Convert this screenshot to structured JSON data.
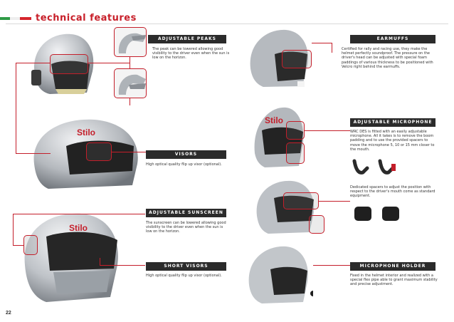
{
  "header": {
    "title": "technical features"
  },
  "page_number": "22",
  "sections": {
    "adjustable_peaks": {
      "label": "ADJUSTABLE PEAKS",
      "text": "The peak can be lowered allowing good visibility to the driver even when the sun is low on the horizon."
    },
    "visors": {
      "label": "VISORS",
      "text": "High optical quality flip up visor (optional)."
    },
    "adjustable_sunscreen": {
      "label": "ADJUSTABLE SUNSCREEN",
      "text": "The sunscreen can be lowered allowing good visibility to the driver even when the sun is low on the horizon."
    },
    "short_visors": {
      "label": "SHORT VISORS",
      "text": "High optical quality flip up visor (optional)."
    },
    "earmuffs": {
      "label": "EARMUFFS",
      "text": "Certified for rally and racing use, they make the helmet perfectly soundproof. The pressure on the driver's head can be adjusted with special foam paddings of various thickness to be positioned with Velcro right behind the earmuffs."
    },
    "adjustable_microphone": {
      "label": "ADJUSTABLE MICROPHONE",
      "text": "WRC DES is fitted with an easily adjustable microphone. All it takes is to remove the boom padding and to use the provided spacers to move the microphone 5, 10 or 15 mm closer to the mouth."
    },
    "spacers": {
      "text": "Dedicated spacers to adjust the position with respect to the driver's mouth come as standard equipment."
    },
    "microphone_holder": {
      "label": "MICROPHONE HOLDER",
      "text": "Fixed in the helmet interior and realized with a special flex pipe able to grant maximum stability and precise adjustment."
    }
  },
  "brand": {
    "logo_text": "Stilo"
  },
  "colors": {
    "accent": "#c41e2a",
    "label_bg": "#2b2b2b",
    "helmet": "#c9ccd0"
  }
}
